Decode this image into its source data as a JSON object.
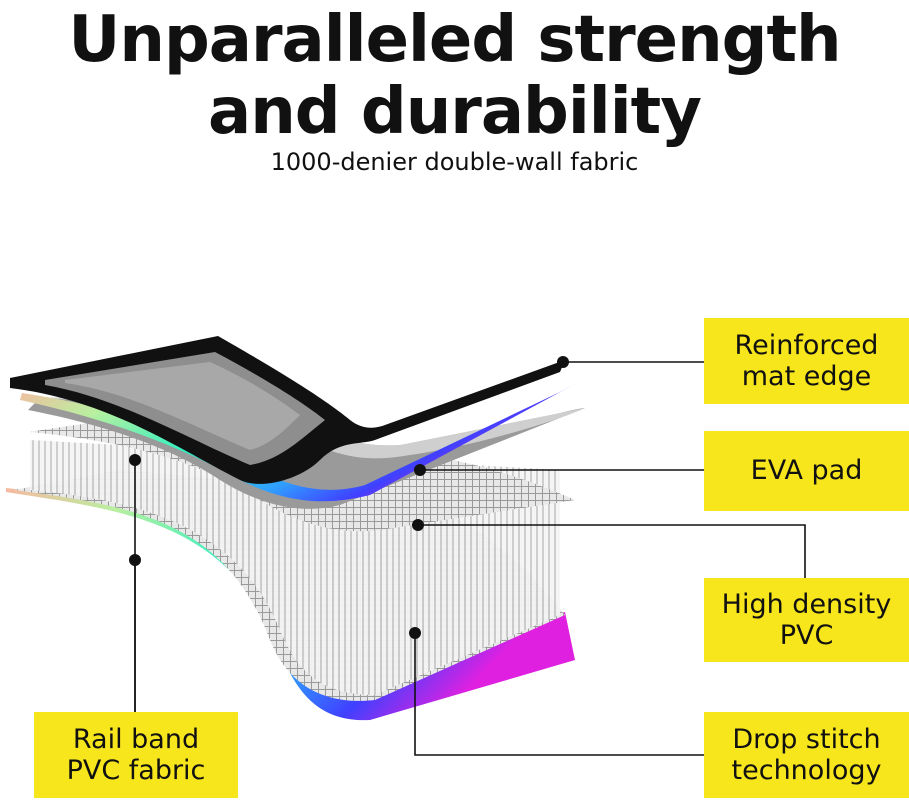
{
  "headline": {
    "line1": "Unparalleled strength",
    "line2": "and durability"
  },
  "subheadline": "1000-denier double-wall fabric",
  "callouts": {
    "reinforced_edge": {
      "line1": "Reinforced",
      "line2": "mat edge"
    },
    "eva_pad": {
      "line1": "EVA pad"
    },
    "high_density_pvc": {
      "line1": "High density",
      "line2": "PVC"
    },
    "drop_stitch": {
      "line1": "Drop stitch",
      "line2": "technology"
    },
    "rail_band": {
      "line1": "Rail band",
      "line2": "PVC fabric"
    }
  },
  "colors": {
    "callout_bg": "#f8e61c",
    "text": "#111111",
    "leader": "#111111"
  }
}
